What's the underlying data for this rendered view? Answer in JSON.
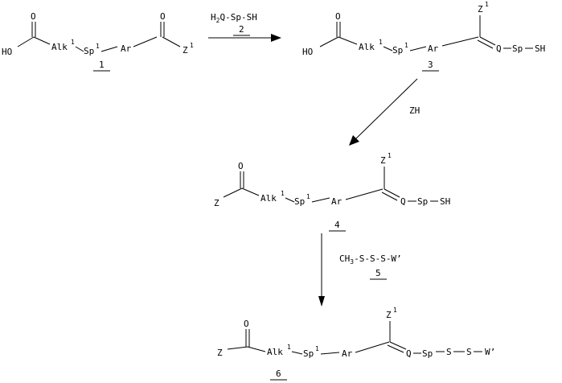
{
  "scheme": {
    "compound1": {
      "label": "1",
      "oxygen": "O",
      "hydroxyl": "HO",
      "alkyl": "Alk",
      "alkyl_sup": "1",
      "spacer": "Sp",
      "spacer_sup": "1",
      "aryl": "Ar",
      "z": "Z",
      "z_sup": "1"
    },
    "step1": {
      "reagent_prefix": "H",
      "reagent_sub": "2",
      "reagent_suffix": "Q-Sp-SH",
      "label": "2"
    },
    "compound3": {
      "label": "3",
      "oxygen": "O",
      "hydroxyl": "HO",
      "alkyl": "Alk",
      "alkyl_sup": "1",
      "spacer": "Sp",
      "spacer_sup": "1",
      "aryl": "Ar",
      "z": "Z",
      "z_sup": "1",
      "q": "Q",
      "tail": "Sp",
      "thiol": "SH"
    },
    "step2": {
      "reagent": "ZH"
    },
    "compound4": {
      "label": "4",
      "oxygen": "O",
      "z_group": "Z",
      "alkyl": "Alk",
      "alkyl_sup": "1",
      "spacer": "Sp",
      "spacer_sup": "1",
      "aryl": "Ar",
      "z": "Z",
      "z_sup": "1",
      "q": "Q",
      "tail": "Sp",
      "thiol": "SH"
    },
    "step3": {
      "reagent_prefix": "CH",
      "reagent_sub": "3",
      "reagent_suffix": "-S-S-S-W’",
      "label": "5"
    },
    "compound6": {
      "label": "6",
      "oxygen": "O",
      "z_group": "Z",
      "alkyl": "Alk",
      "alkyl_sup": "1",
      "spacer": "Sp",
      "spacer_sup": "1",
      "aryl": "Ar",
      "z": "Z",
      "z_sup": "1",
      "q": "Q",
      "tail": "Sp",
      "s1": "S",
      "s2": "S",
      "w": "W’"
    }
  }
}
